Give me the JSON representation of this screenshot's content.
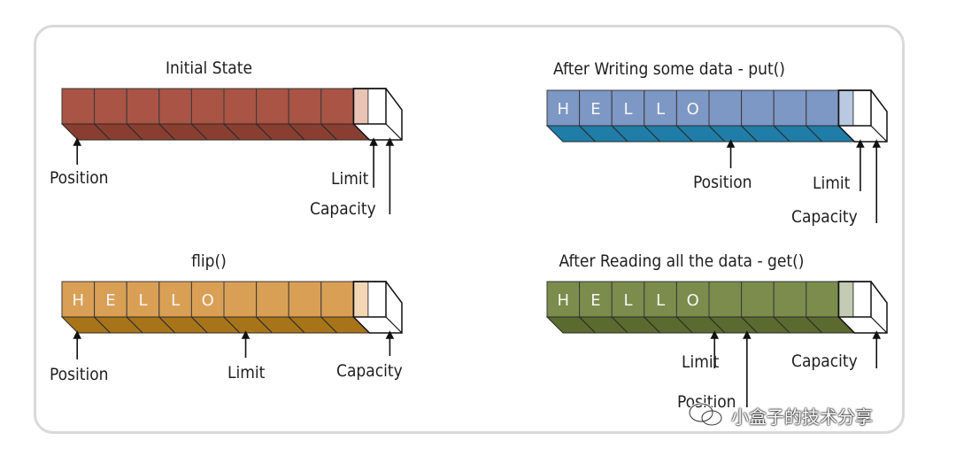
{
  "panels": [
    {
      "id": "initial-state",
      "title": "Initial State",
      "front_color": "#a95444",
      "bottom_color": "#8a3e31",
      "highlight_color": "#e9c3b4",
      "letters": [],
      "labels": [
        "Position",
        "Limit",
        "Capacity"
      ]
    },
    {
      "id": "after-writing",
      "title": "After Writing some data - put()",
      "front_color": "#7d98c4",
      "bottom_color": "#1f7da8",
      "highlight_color": "#b9c9e2",
      "letters": [
        "H",
        "E",
        "L",
        "L",
        "O"
      ],
      "labels": [
        "Position",
        "Limit",
        "Capacity"
      ]
    },
    {
      "id": "flip",
      "title": "flip()",
      "front_color": "#d9a055",
      "bottom_color": "#a8741a",
      "highlight_color": "#f3d7b5",
      "letters": [
        "H",
        "E",
        "L",
        "L",
        "O"
      ],
      "labels": [
        "Position",
        "Limit",
        "Capacity"
      ]
    },
    {
      "id": "after-reading",
      "title": "After Reading all the data - get()",
      "front_color": "#7b8c4c",
      "bottom_color": "#5b6a2e",
      "highlight_color": "#c4cbb3",
      "letters": [
        "H",
        "E",
        "L",
        "L",
        "O"
      ],
      "labels": [
        "Limit",
        "Capacity",
        "Position"
      ]
    }
  ],
  "watermark": {
    "text": "小盒子的技术分享",
    "icon": "wechat-icon"
  }
}
